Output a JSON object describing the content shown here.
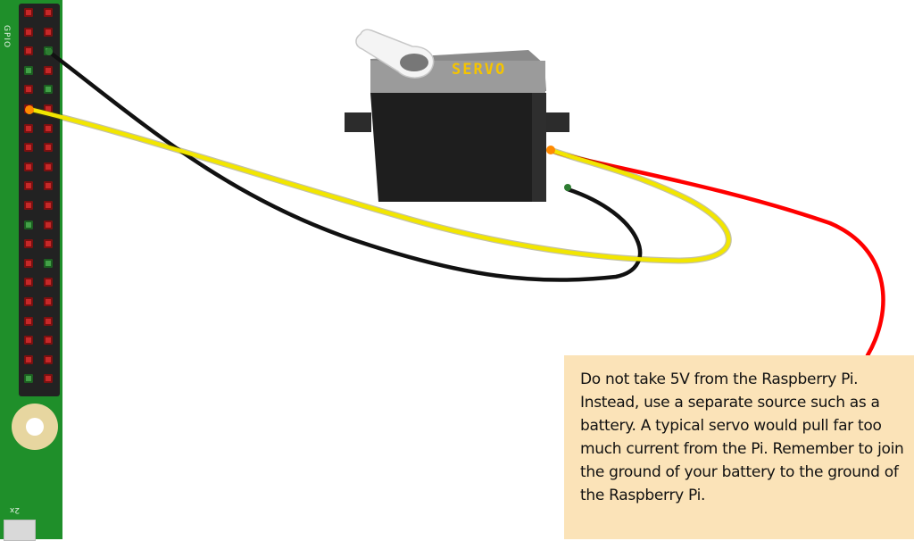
{
  "board": {
    "gpio_label": "GPIO",
    "x2_label": "2x",
    "pins": {
      "rows": 20,
      "left_column": [
        "red",
        "red",
        "red",
        "green",
        "red",
        "red",
        "red",
        "red",
        "red",
        "red",
        "red",
        "green",
        "red",
        "red",
        "red",
        "red",
        "red",
        "red",
        "red",
        "green"
      ],
      "right_column": [
        "red",
        "red",
        "green",
        "red",
        "green",
        "red",
        "red",
        "red",
        "red",
        "red",
        "red",
        "red",
        "red",
        "green",
        "red",
        "red",
        "red",
        "red",
        "red",
        "red"
      ]
    }
  },
  "servo": {
    "label": "SERVO",
    "body_color": "#1e1e1e",
    "label_color": "#f5c400"
  },
  "wires": {
    "ground": "#111111",
    "signal": "#f2e600",
    "power": "#ff0000"
  },
  "note": {
    "text": "Do not take 5V from the Raspberry Pi. Instead, use a separate source such as a battery. A typical servo would pull far too much current from the Pi. Remember to join the ground of your battery to the ground of the Raspberry Pi.",
    "background": "#fbe3b8"
  }
}
